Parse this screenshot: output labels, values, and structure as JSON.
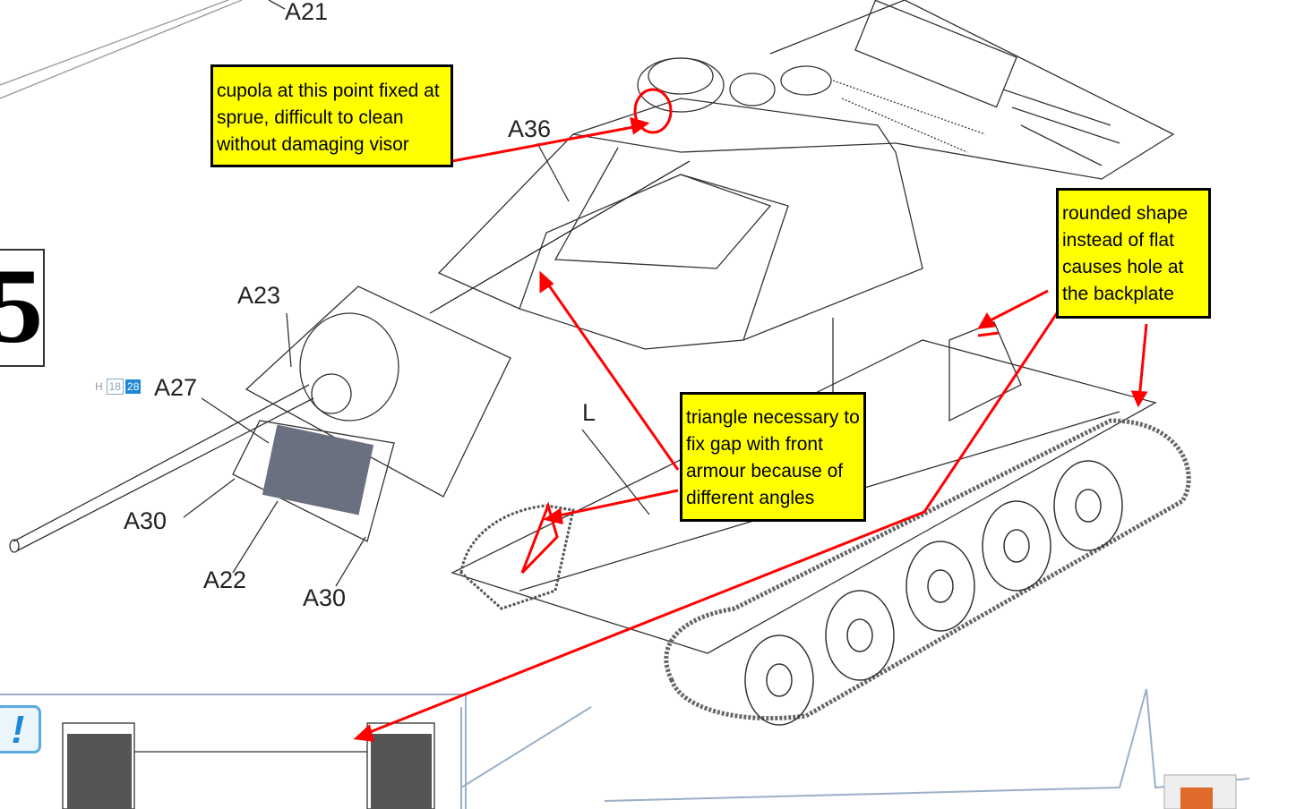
{
  "step_number": "5",
  "part_labels": {
    "a21": "A21",
    "a36": "A36",
    "a23": "A23",
    "a27": "A27",
    "a30_left": "A30",
    "a22": "A22",
    "a30_right": "A30",
    "l": "L"
  },
  "paint_badge": {
    "prefix": "H",
    "code1": "18",
    "code2": "28"
  },
  "info_icon": "!",
  "annotations": {
    "cupola": "cupola at this point fixed at sprue, difficult to clean without damaging visor",
    "triangle": "triangle necessary to fix gap with front armour because of different angles",
    "rounded": "rounded shape instead of flat causes hole at the backplate"
  },
  "colors": {
    "note_bg": "#ffff00",
    "arrow": "#ff0000",
    "accent": "#1e88d6"
  }
}
